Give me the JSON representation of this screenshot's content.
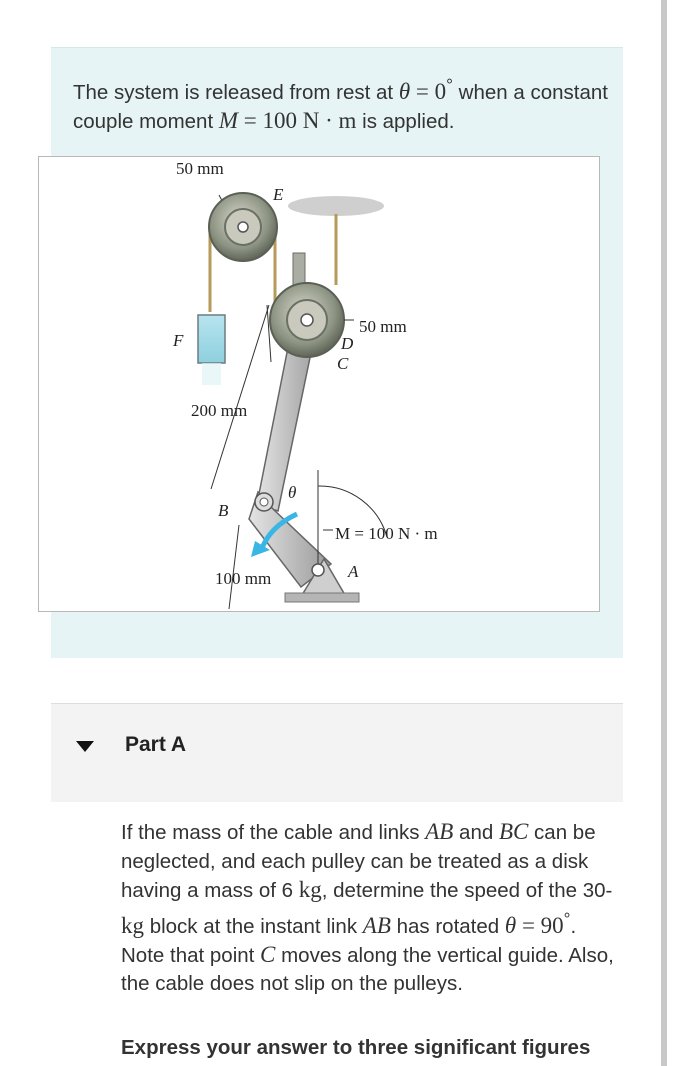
{
  "problem": {
    "intro": {
      "p1": "The system is released from rest at ",
      "theta": "θ",
      "eq": " = 0",
      "deg": "°",
      "p2": " when a constant couple moment ",
      "M": "M",
      "eq2": " = 100 ",
      "unit": "N · m",
      "p3": " is applied."
    },
    "figure": {
      "label_50mm_top": "50 mm",
      "label_E": "E",
      "label_F": "F",
      "label_50mm_right": "50 mm",
      "label_D": "D",
      "label_C": "C",
      "label_200mm": "200 mm",
      "label_theta": "θ",
      "label_B": "B",
      "label_moment": "M = 100 N · m",
      "label_100mm": "100 mm",
      "label_A": "A",
      "colors": {
        "moment_arrow": "#3ab6e6",
        "block": "#b7e4ee",
        "link": "#c7c7c7",
        "cable": "#b59a58"
      }
    }
  },
  "part": {
    "title": "Part A",
    "question": {
      "q1": "If the mass of the cable and links ",
      "AB": "AB",
      "q2": " and ",
      "BC": "BC",
      "q3": " can be neglected, and each pulley can be treated as a disk having a mass of 6 ",
      "kg1": "kg",
      "q4": ", determine the speed of the 30-",
      "kg2": "kg",
      "q5": " block at the instant link ",
      "AB2": "AB",
      "q6": " has rotated ",
      "theta": "θ",
      "eq": " = 90",
      "deg": "°",
      "q7": ". Note that point ",
      "C": "C",
      "q8": " moves along the vertical guide. Also, the cable does not slip on the pulleys."
    },
    "instruction": "Express your answer to three significant figures"
  }
}
